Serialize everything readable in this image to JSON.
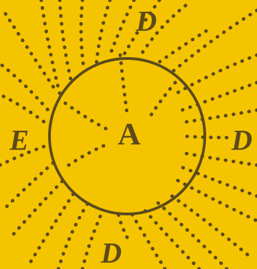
{
  "colors": {
    "background": "#f5c400",
    "ink": "#5b4a1c"
  },
  "labels": {
    "center": "A",
    "top": "D",
    "right": "D",
    "bottom": "D",
    "left": "E"
  }
}
